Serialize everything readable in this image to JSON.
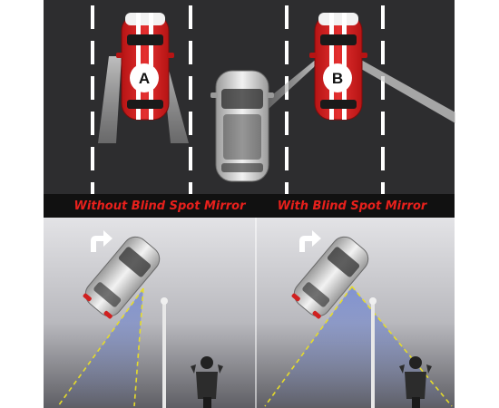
{
  "top_panel": {
    "car_left_label": "A",
    "car_right_label": "B",
    "car_stripe_color": "#d81e1e",
    "road_color": "#2d2d2f",
    "lane_line_color": "#ffffff"
  },
  "banner": {
    "left_label": "Without Blind Spot Mirror",
    "right_label": "With Blind Spot Mirror",
    "text_color": "#e8201c",
    "background_color": "#111111"
  },
  "bottom_panel": {
    "left_scene_icon": "turn-right-arrow-icon",
    "right_scene_icon": "turn-right-arrow-icon",
    "sight_line_color": "#e6dc2a",
    "sight_fill_color": "#3b5fd6",
    "pedestrian_icon": "motorcyclist-icon"
  }
}
